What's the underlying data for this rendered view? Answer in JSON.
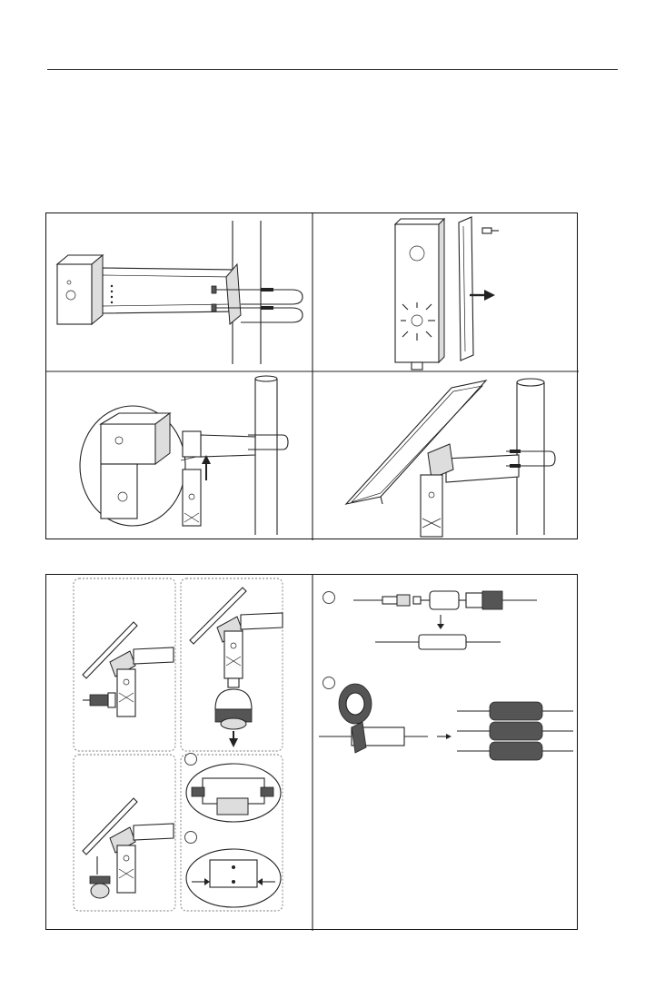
{
  "document": {
    "type": "installation-manual-page",
    "figures": [
      {
        "id": "fig1",
        "panels": [
          "bracket-on-pole",
          "junction-box-cover",
          "box-mounting",
          "solar-panel-mounted"
        ]
      },
      {
        "id": "fig2",
        "panels": [
          "camera-attach-bullet",
          "camera-attach-ptz",
          "camera-attach-small",
          "connector-detail",
          "cable-connection",
          "waterproof-taping"
        ]
      }
    ],
    "step_markers": [
      "",
      "",
      "",
      ""
    ]
  }
}
